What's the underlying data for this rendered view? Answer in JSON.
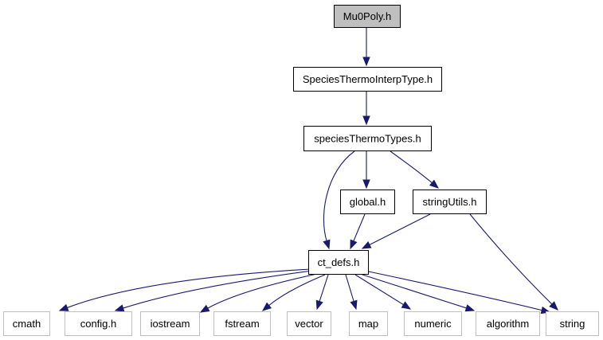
{
  "graph": {
    "root": "Mu0Poly.h",
    "colors": {
      "edge": "#191970",
      "root_fill": "#bfbfbf",
      "node_border": "#000000",
      "external_border": "#bfbfbf",
      "background": "#ffffff"
    },
    "nodes": [
      {
        "id": "mu0poly",
        "label": "Mu0Poly.h",
        "kind": "root"
      },
      {
        "id": "speciesthermointerptype",
        "label": "SpeciesThermoInterpType.h",
        "kind": "file"
      },
      {
        "id": "speciesthermotypes",
        "label": "speciesThermoTypes.h",
        "kind": "file"
      },
      {
        "id": "global",
        "label": "global.h",
        "kind": "file"
      },
      {
        "id": "stringutils",
        "label": "stringUtils.h",
        "kind": "file"
      },
      {
        "id": "ct-defs",
        "label": "ct_defs.h",
        "kind": "file"
      },
      {
        "id": "cmath",
        "label": "cmath",
        "kind": "external"
      },
      {
        "id": "config",
        "label": "config.h",
        "kind": "external"
      },
      {
        "id": "iostream",
        "label": "iostream",
        "kind": "external"
      },
      {
        "id": "fstream",
        "label": "fstream",
        "kind": "external"
      },
      {
        "id": "vector",
        "label": "vector",
        "kind": "external"
      },
      {
        "id": "map",
        "label": "map",
        "kind": "external"
      },
      {
        "id": "numeric",
        "label": "numeric",
        "kind": "external"
      },
      {
        "id": "algorithm",
        "label": "algorithm",
        "kind": "external"
      },
      {
        "id": "string",
        "label": "string",
        "kind": "external"
      }
    ],
    "edges": [
      {
        "from": "mu0poly",
        "to": "speciesthermointerptype"
      },
      {
        "from": "speciesthermointerptype",
        "to": "speciesthermotypes"
      },
      {
        "from": "speciesthermotypes",
        "to": "global"
      },
      {
        "from": "speciesthermotypes",
        "to": "stringutils"
      },
      {
        "from": "speciesthermotypes",
        "to": "ct-defs"
      },
      {
        "from": "global",
        "to": "ct-defs"
      },
      {
        "from": "stringutils",
        "to": "ct-defs"
      },
      {
        "from": "stringutils",
        "to": "string"
      },
      {
        "from": "ct-defs",
        "to": "cmath"
      },
      {
        "from": "ct-defs",
        "to": "config"
      },
      {
        "from": "ct-defs",
        "to": "iostream"
      },
      {
        "from": "ct-defs",
        "to": "fstream"
      },
      {
        "from": "ct-defs",
        "to": "vector"
      },
      {
        "from": "ct-defs",
        "to": "map"
      },
      {
        "from": "ct-defs",
        "to": "numeric"
      },
      {
        "from": "ct-defs",
        "to": "algorithm"
      },
      {
        "from": "ct-defs",
        "to": "string"
      }
    ]
  }
}
